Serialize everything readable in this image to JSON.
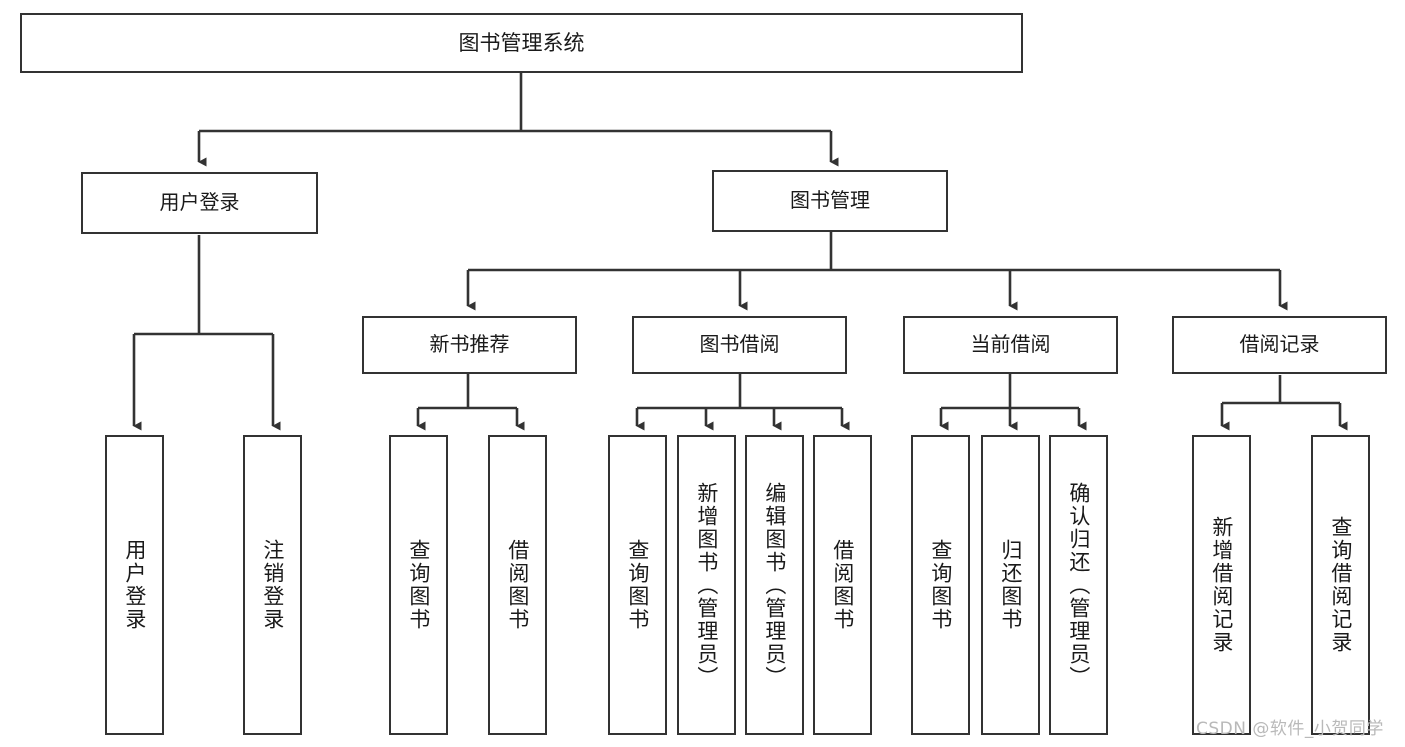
{
  "diagram": {
    "title": "图书管理系统",
    "type": "functional-structure-tree",
    "orientation": "top-down",
    "line_color": "#333333",
    "box_fill": "#ffffff",
    "background": "#ffffff"
  },
  "nodes": {
    "root": {
      "label": "图书管理系统",
      "level": 1
    },
    "level2": [
      {
        "id": "user-login",
        "label": "用户登录"
      },
      {
        "id": "book-manage",
        "label": "图书管理"
      }
    ],
    "level3": [
      {
        "id": "new-book-recommend",
        "label": "新书推荐",
        "parent": "book-manage"
      },
      {
        "id": "book-borrow",
        "label": "图书借阅",
        "parent": "book-manage"
      },
      {
        "id": "current-borrow",
        "label": "当前借阅",
        "parent": "book-manage"
      },
      {
        "id": "borrow-record",
        "label": "借阅记录",
        "parent": "book-manage"
      }
    ],
    "leaves": [
      {
        "id": "leaf-user-login",
        "label": "用户登录",
        "parent": "user-login"
      },
      {
        "id": "leaf-logout",
        "label": "注销登录",
        "parent": "user-login"
      },
      {
        "id": "leaf-query-book-1",
        "label": "查询图书",
        "parent": "new-book-recommend"
      },
      {
        "id": "leaf-borrow-book-1",
        "label": "借阅图书",
        "parent": "new-book-recommend"
      },
      {
        "id": "leaf-query-book-2",
        "label": "查询图书",
        "parent": "book-borrow"
      },
      {
        "id": "leaf-add-book",
        "label": "新增图书（管理员）",
        "parent": "book-borrow"
      },
      {
        "id": "leaf-edit-book",
        "label": "编辑图书（管理员）",
        "parent": "book-borrow"
      },
      {
        "id": "leaf-borrow-book-2",
        "label": "借阅图书",
        "parent": "book-borrow"
      },
      {
        "id": "leaf-query-book-3",
        "label": "查询图书",
        "parent": "current-borrow"
      },
      {
        "id": "leaf-return-book",
        "label": "归还图书",
        "parent": "current-borrow"
      },
      {
        "id": "leaf-confirm-return",
        "label": "确认归还（管理员）",
        "parent": "current-borrow"
      },
      {
        "id": "leaf-add-record",
        "label": "新增借阅记录",
        "parent": "borrow-record"
      },
      {
        "id": "leaf-query-record",
        "label": "查询借阅记录",
        "parent": "borrow-record"
      }
    ]
  },
  "watermark": {
    "text": "CSDN @软件_小贺同学"
  }
}
